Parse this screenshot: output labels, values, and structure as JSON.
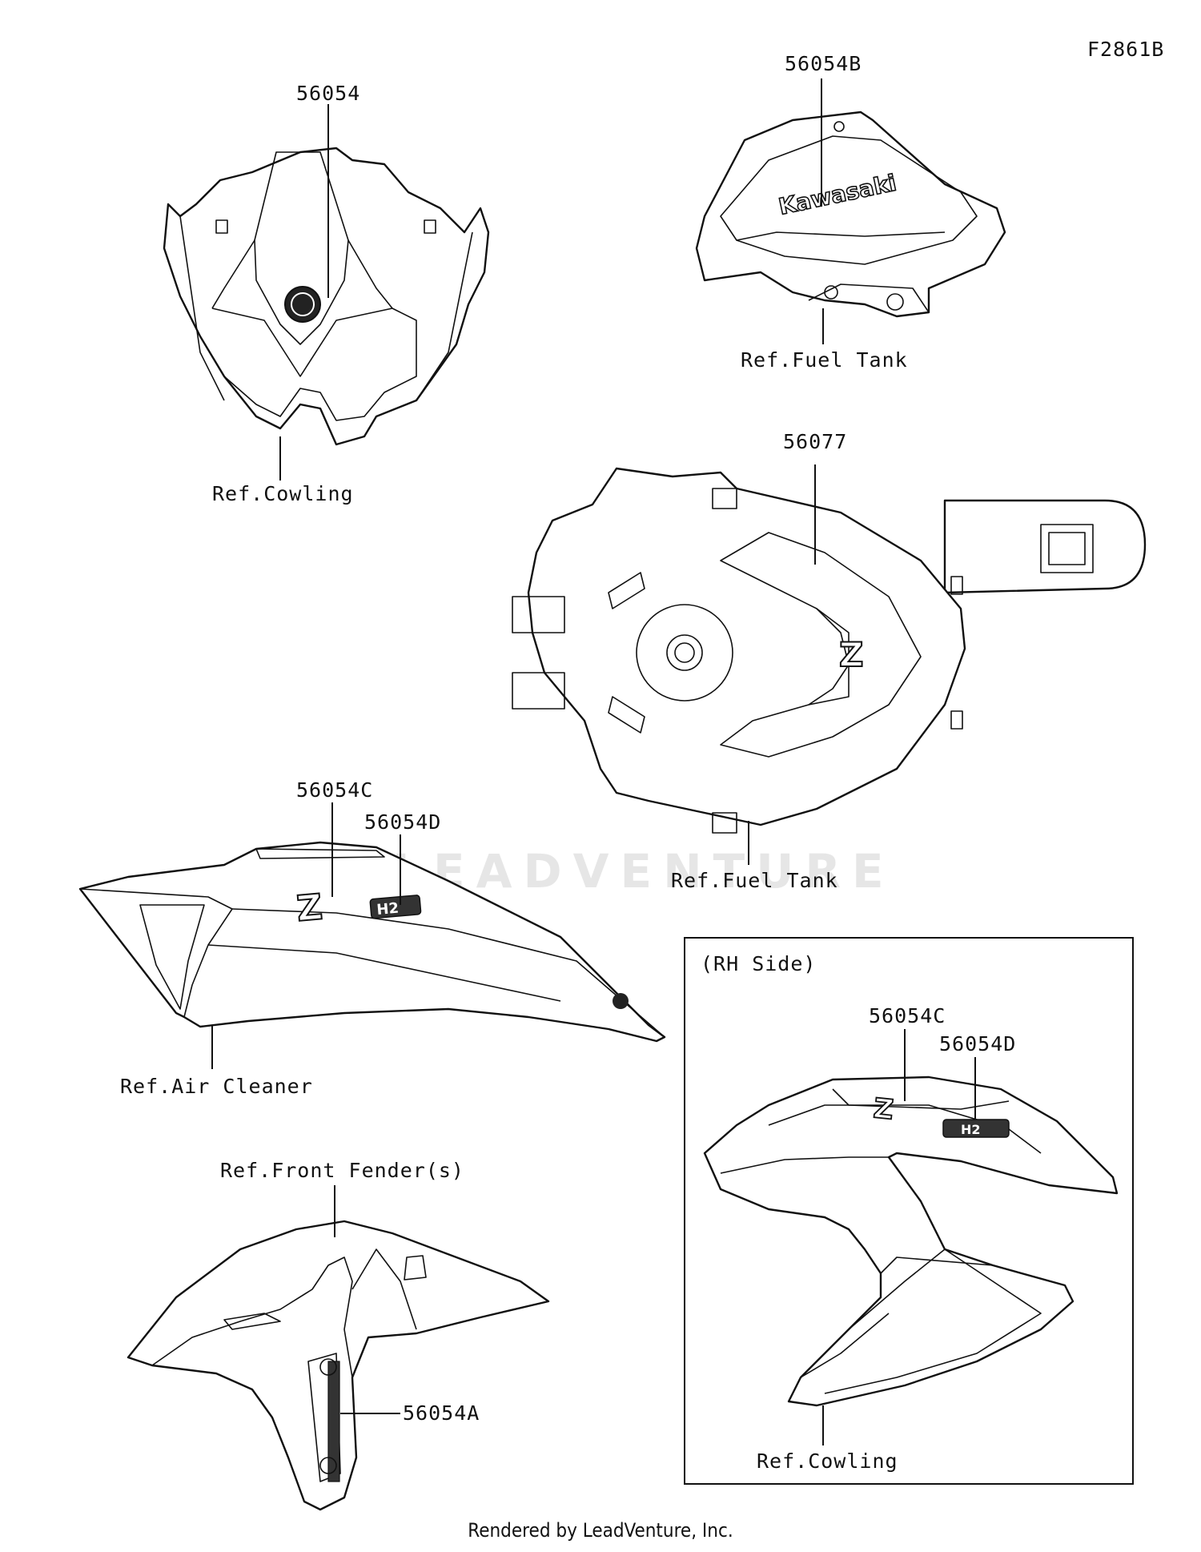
{
  "diagram_code": "F2861B",
  "watermark": "LEADVENTURE",
  "footer": "Rendered by LeadVenture, Inc.",
  "callouts": {
    "cowling_front_part": "56054",
    "cowling_front_ref": "Ref.Cowling",
    "fuel_tank_top_part": "56054B",
    "fuel_tank_top_ref": "Ref.Fuel Tank",
    "fuel_tank_cover_part": "56077",
    "fuel_tank_cover_ref": "Ref.Fuel Tank",
    "left_shroud_part_c": "56054C",
    "left_shroud_part_d": "56054D",
    "air_cleaner_ref": "Ref.Air Cleaner",
    "front_fender_ref": "Ref.Front Fender(s)",
    "front_fender_part": "56054A",
    "rh_side_title": "(RH Side)",
    "rh_part_c": "56054C",
    "rh_part_d": "56054D",
    "rh_cowling_ref": "Ref.Cowling"
  },
  "decal_text": {
    "brand": "Kawasaki",
    "model_letter": "Z",
    "model_badge": "H2"
  }
}
